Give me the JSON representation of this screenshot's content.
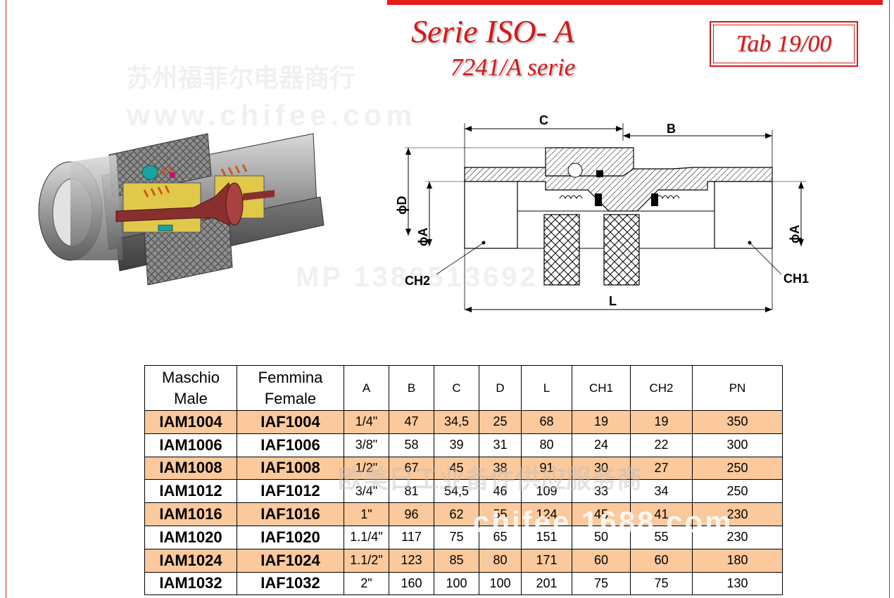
{
  "header": {
    "title": "Serie ISO- A",
    "subtitle": "7241/A serie",
    "tab_label": "Tab 19/00"
  },
  "watermarks": {
    "cn_company": "苏州福菲尔电器商行",
    "site": "www.chifee.com",
    "phone": "MP 1380513692",
    "cn_supplier": "欧美日工业备件供应服务商",
    "site2": "chifee.1688.com"
  },
  "drawing": {
    "dim_C": "C",
    "dim_B": "B",
    "dim_D": "ϕD",
    "dim_A_left": "ϕA",
    "dim_A_right": "ϕA",
    "dim_CH2": "CH2",
    "dim_CH1": "CH1",
    "dim_L": "L"
  },
  "colors": {
    "brand_red": "#d11a1a",
    "row_shade": "#fbc99c"
  },
  "table": {
    "headers": [
      {
        "line1": "Maschio",
        "line2": "Male"
      },
      {
        "line1": "Femmina",
        "line2": "Female"
      },
      {
        "line1": "A"
      },
      {
        "line1": "B"
      },
      {
        "line1": "C"
      },
      {
        "line1": "D"
      },
      {
        "line1": "L"
      },
      {
        "line1": "CH1"
      },
      {
        "line1": "CH2"
      },
      {
        "line1": "PN"
      }
    ],
    "rows": [
      [
        "IAM1004",
        "IAF1004",
        "1/4\"",
        "47",
        "34,5",
        "25",
        "68",
        "19",
        "19",
        "350"
      ],
      [
        "IAM1006",
        "IAF1006",
        "3/8\"",
        "58",
        "39",
        "31",
        "80",
        "24",
        "22",
        "300"
      ],
      [
        "IAM1008",
        "IAF1008",
        "1/2\"",
        "67",
        "45",
        "38",
        "91",
        "30",
        "27",
        "250"
      ],
      [
        "IAM1012",
        "IAF1012",
        "3/4\"",
        "81",
        "54,5",
        "46",
        "109",
        "33",
        "34",
        "250"
      ],
      [
        "IAM1016",
        "IAF1016",
        "1\"",
        "96",
        "62",
        "55",
        "124",
        "45",
        "41",
        "230"
      ],
      [
        "IAM1020",
        "IAF1020",
        "1.1/4\"",
        "117",
        "75",
        "65",
        "151",
        "50",
        "55",
        "230"
      ],
      [
        "IAM1024",
        "IAF1024",
        "1.1/2\"",
        "123",
        "85",
        "80",
        "171",
        "60",
        "60",
        "180"
      ],
      [
        "IAM1032",
        "IAF1032",
        "2\"",
        "160",
        "100",
        "100",
        "201",
        "75",
        "75",
        "130"
      ]
    ]
  }
}
